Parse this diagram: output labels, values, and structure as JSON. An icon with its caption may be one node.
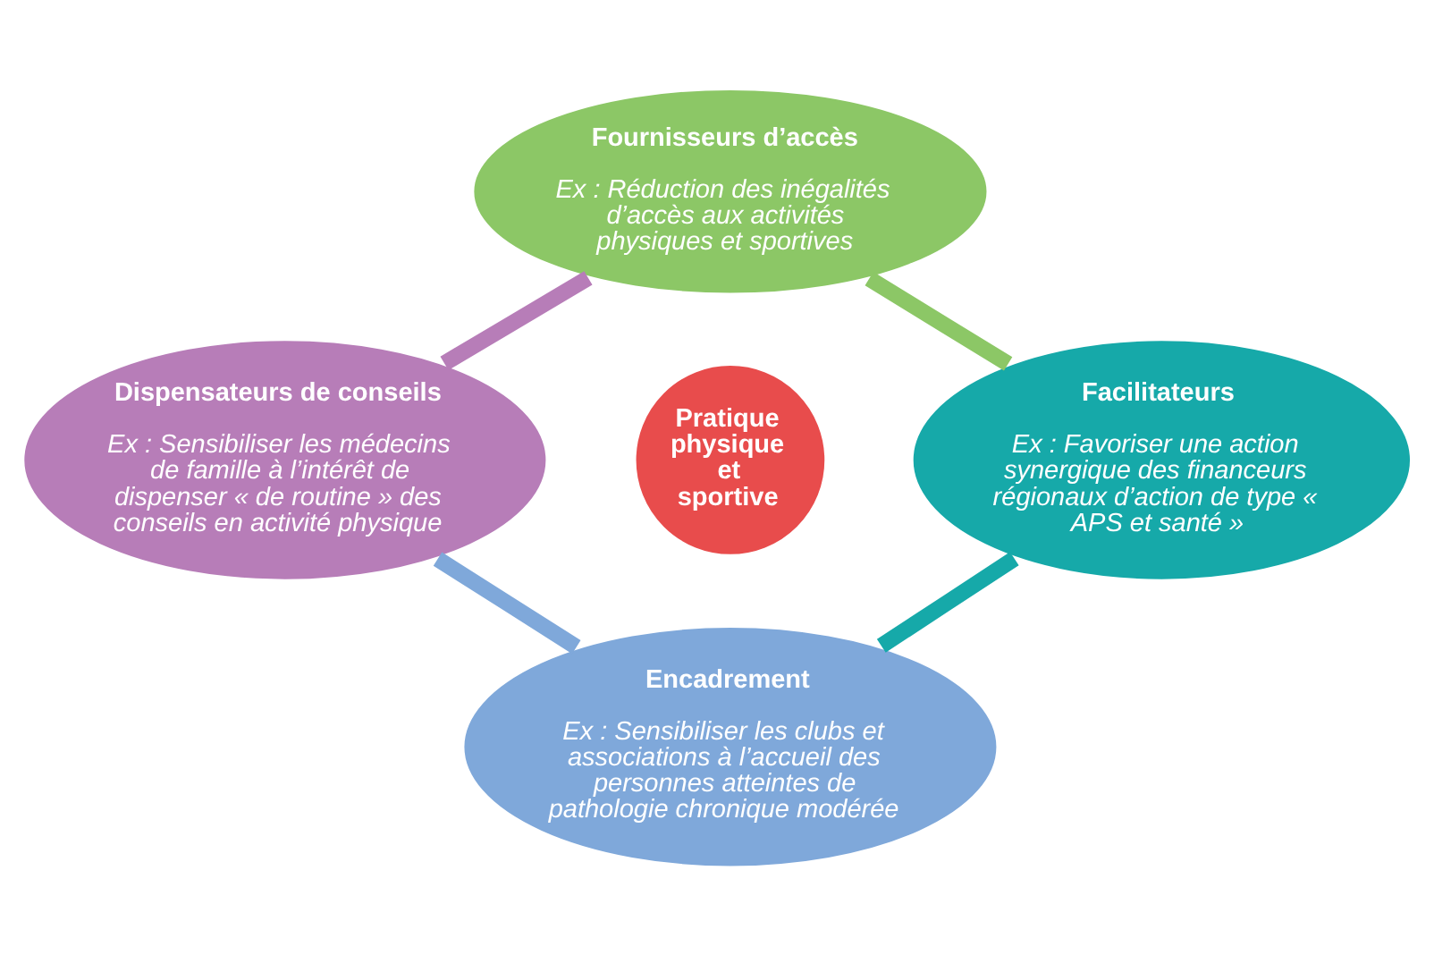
{
  "diagram": {
    "nodes": [
      {
        "text": [
          "Fournisseurs d’accès",
          "Ex : Réduction des inégalités d’accès aux activités physiques et sportives"
        ]
      },
      {
        "text": [
          "Dispensateurs de conseils",
          "Ex : Sensibiliser les médecins de famille à l’intérêt de dispenser « de routine » des conseils en activité physique"
        ]
      },
      {
        "text": [
          "Pratique physique et sportive"
        ]
      },
      {
        "text": [
          "Facilitateurs",
          "Ex : Favoriser une action synergique des financeurs régionaux d’action de type « APS et santé »"
        ]
      },
      {
        "text": [
          "Encadrement",
          "Ex : Sensibiliser les clubs et associations à l’accueil des personnes atteintes de pathologie chronique modérée"
        ]
      }
    ],
    "edges": [
      {
        "from": 0,
        "to": 3,
        "arrow": "none",
        "color": "#8cc766"
      },
      {
        "from": 3,
        "to": 4,
        "arrow": "none",
        "color": "#16a9a9"
      },
      {
        "from": 4,
        "to": 1,
        "arrow": "none",
        "color": "#7fa8da"
      },
      {
        "from": 1,
        "to": 0,
        "arrow": "none",
        "color": "#b77db8"
      }
    ]
  }
}
